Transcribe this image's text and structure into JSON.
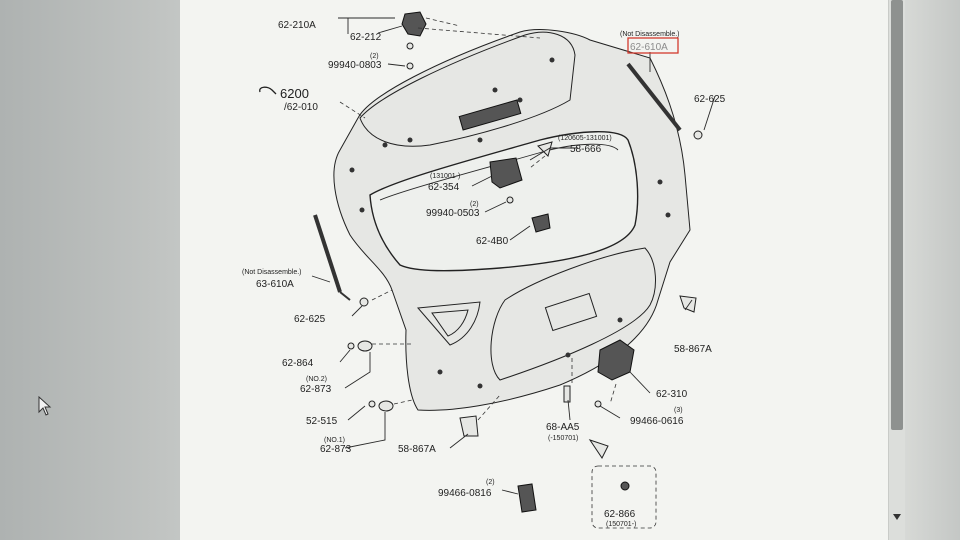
{
  "diagram": {
    "callouts": [
      {
        "id": "c1",
        "text": "62-210A"
      },
      {
        "id": "c2",
        "text": "62-212"
      },
      {
        "id": "c3",
        "text": "(2)"
      },
      {
        "id": "c4",
        "text": "99940-0803"
      },
      {
        "id": "c5",
        "text": "6200"
      },
      {
        "id": "c6",
        "text": "/62-010"
      },
      {
        "id": "c7",
        "text": "(Not Disassemble.)"
      },
      {
        "id": "c8",
        "text": "62-610A"
      },
      {
        "id": "c9",
        "text": "62-625"
      },
      {
        "id": "c10",
        "text": "(120605-131001)"
      },
      {
        "id": "c11",
        "text": "58-666"
      },
      {
        "id": "c12",
        "text": "(131001-)"
      },
      {
        "id": "c13",
        "text": "62-354"
      },
      {
        "id": "c14",
        "text": "(2)"
      },
      {
        "id": "c15",
        "text": "99940-0503"
      },
      {
        "id": "c16",
        "text": "62-4B0"
      },
      {
        "id": "c17",
        "text": "(Not Disassemble.)"
      },
      {
        "id": "c18",
        "text": "63-610A"
      },
      {
        "id": "c19",
        "text": "62-625"
      },
      {
        "id": "c20",
        "text": "58-867A"
      },
      {
        "id": "c21",
        "text": "62-864"
      },
      {
        "id": "c22",
        "text": "(NO.2)"
      },
      {
        "id": "c23",
        "text": "62-873"
      },
      {
        "id": "c24",
        "text": "62-310"
      },
      {
        "id": "c25",
        "text": "52-515"
      },
      {
        "id": "c26",
        "text": "(NO.1)"
      },
      {
        "id": "c27",
        "text": "62-873"
      },
      {
        "id": "c28",
        "text": "68-AA5"
      },
      {
        "id": "c29",
        "text": "(-150701)"
      },
      {
        "id": "c30",
        "text": "(3)"
      },
      {
        "id": "c31",
        "text": "99466-0616"
      },
      {
        "id": "c32",
        "text": "58-867A"
      },
      {
        "id": "c33",
        "text": "(2)"
      },
      {
        "id": "c34",
        "text": "99466-0816"
      },
      {
        "id": "c35",
        "text": "62-866"
      },
      {
        "id": "c36",
        "text": "(150701-)"
      }
    ]
  },
  "colors": {
    "highlight_box": "#d23a2e",
    "paper": "#f3f4f1",
    "ink": "#1f1f1f"
  },
  "icons": {
    "cursor": "mouse-pointer-icon",
    "scroll_down": "scroll-down-arrow-icon",
    "reference_symbol": "reference-link-icon"
  }
}
